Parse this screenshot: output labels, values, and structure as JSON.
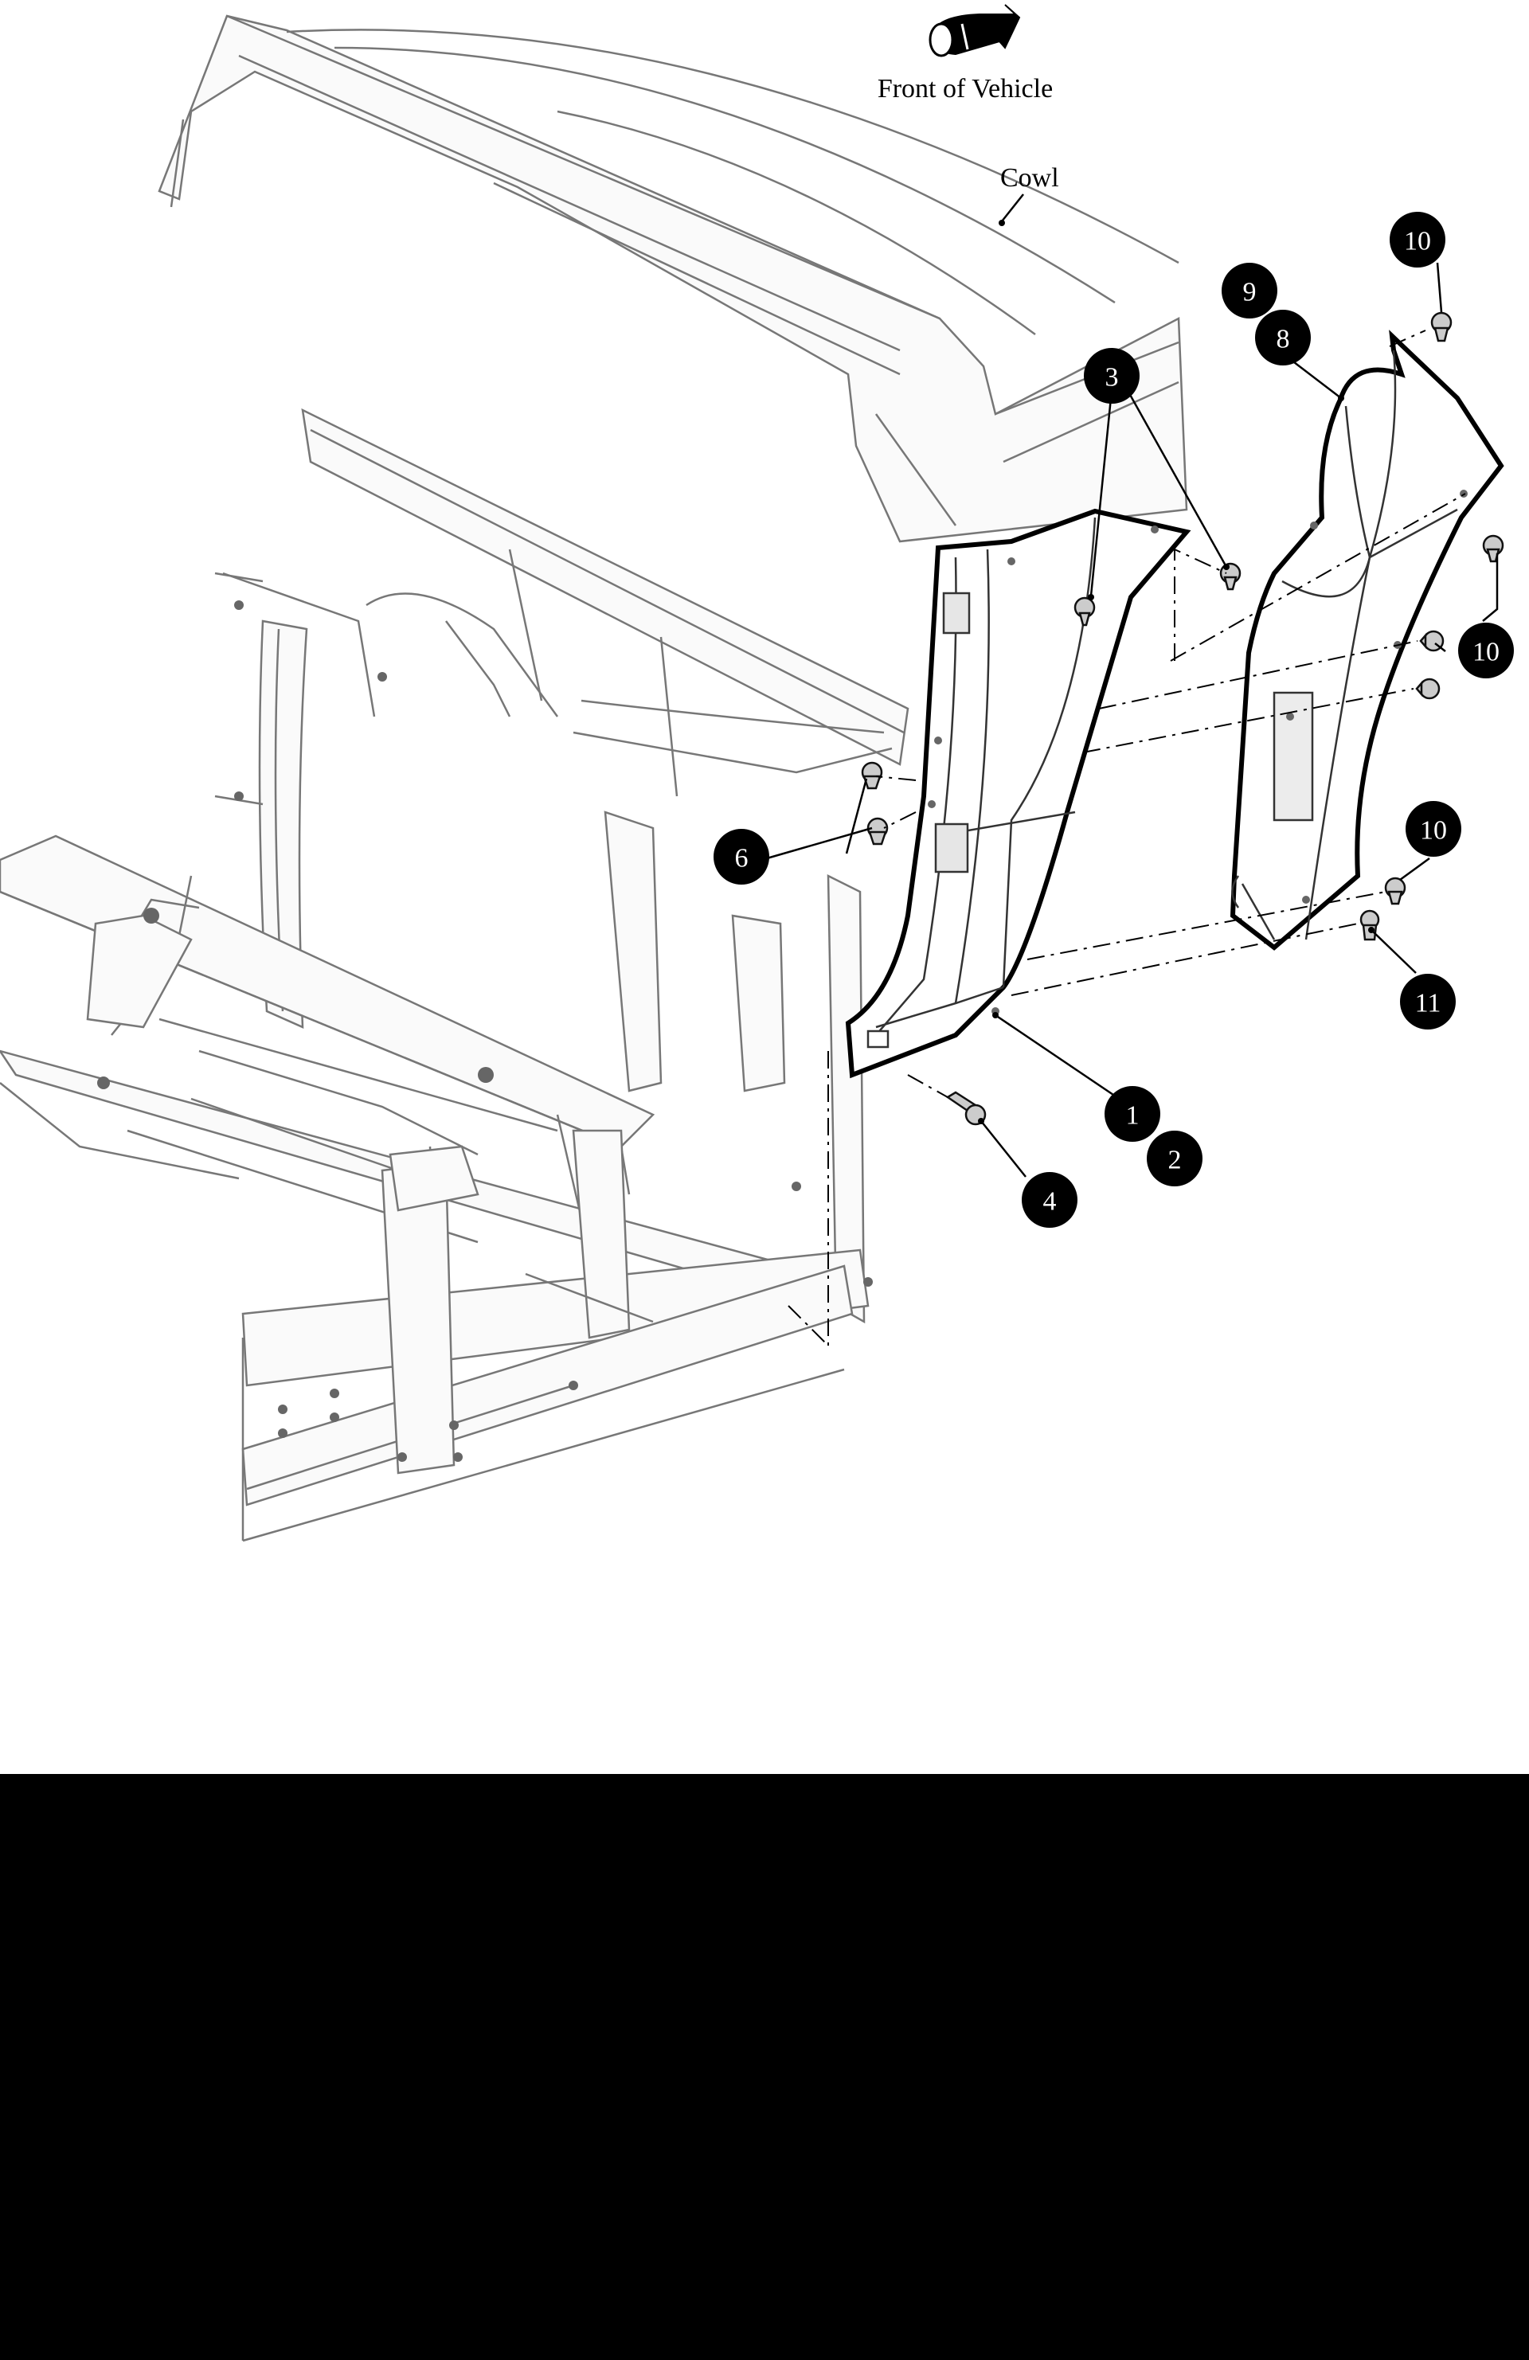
{
  "labels": {
    "front_of_vehicle": "Front of Vehicle",
    "cowl": "Cowl"
  },
  "callouts": [
    {
      "id": "c1",
      "number": "1"
    },
    {
      "id": "c2",
      "number": "2"
    },
    {
      "id": "c3",
      "number": "3"
    },
    {
      "id": "c4",
      "number": "4"
    },
    {
      "id": "c6",
      "number": "6"
    },
    {
      "id": "c8",
      "number": "8"
    },
    {
      "id": "c9",
      "number": "9"
    },
    {
      "id": "c10a",
      "number": "10"
    },
    {
      "id": "c10b",
      "number": "10"
    },
    {
      "id": "c10c",
      "number": "10"
    },
    {
      "id": "c11",
      "number": "11"
    }
  ],
  "colors": {
    "background": "#ffffff",
    "line_art": "#777777",
    "panel_outline": "#000000",
    "callout_fill": "#000000",
    "callout_text": "#ffffff",
    "bottom_band": "#000000"
  }
}
